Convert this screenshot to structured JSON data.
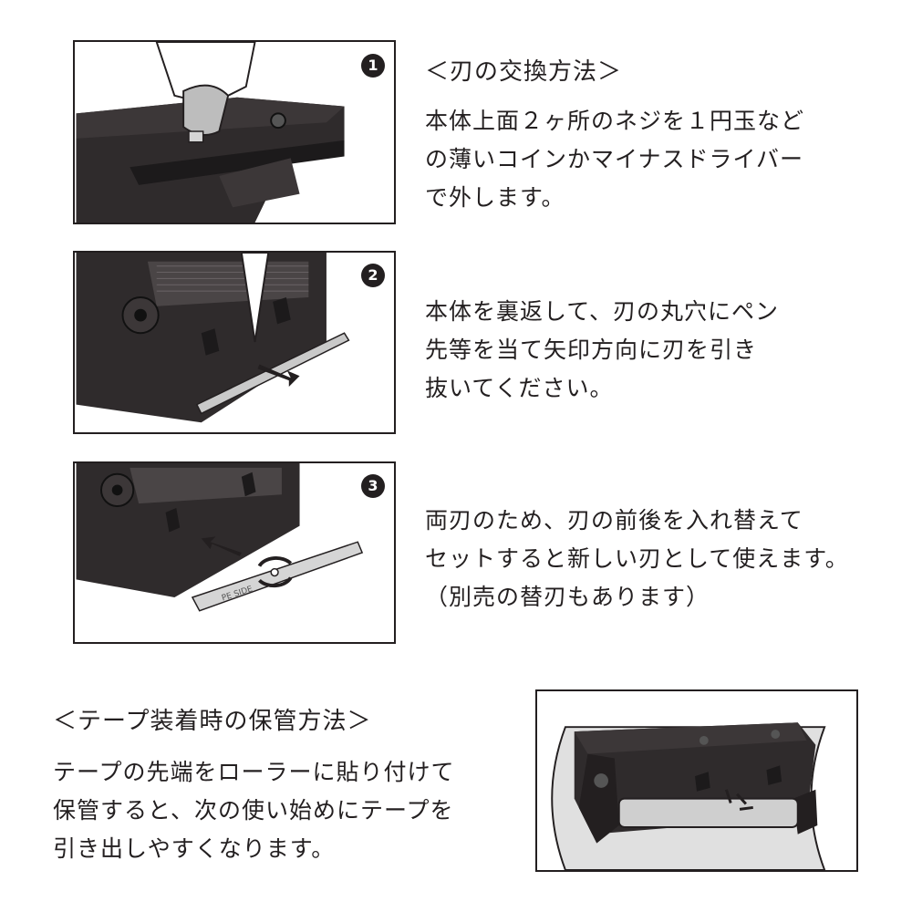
{
  "blade_section": {
    "heading": "＜刃の交換方法＞",
    "steps": [
      {
        "badge": "1",
        "text": "本体上面２ヶ所のネジを１円玉など\nの薄いコインかマイナスドライバー\nで外します。"
      },
      {
        "badge": "2",
        "text": "本体を裏返して、刃の丸穴にペン\n先等を当て矢印方向に刃を引き\n抜いてください。"
      },
      {
        "badge": "3",
        "text": "両刃のため、刃の前後を入れ替えて\nセットすると新しい刃として使えます。\n（別売の替刃もあります）"
      }
    ]
  },
  "storage_section": {
    "heading": "＜テープ装着時の保管方法＞",
    "text": "テープの先端をローラーに貼り付けて\n保管すると、次の使い始めにテープを\n引き出しやすくなります。"
  },
  "blade_label": "PE SIDE",
  "colors": {
    "ink": "#231f20",
    "body": "#2f2b2c",
    "metal": "#c9c9c9",
    "white": "#ffffff"
  }
}
